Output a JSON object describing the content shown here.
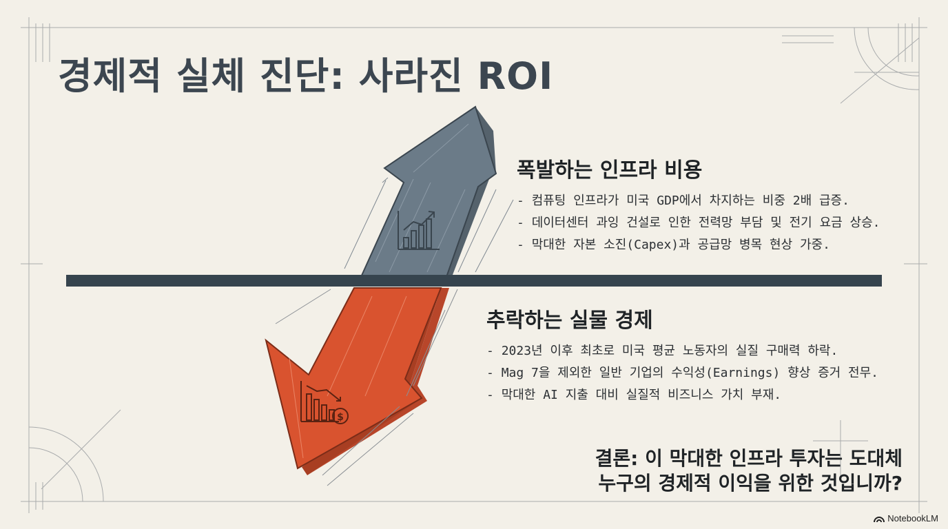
{
  "title": "경제적 실체 진단: 사라진 ROI",
  "up_section": {
    "heading": "폭발하는 인프라 비용",
    "items": [
      "컴퓨팅 인프라가 미국 GDP에서 차지하는 비중 2배 급증.",
      "데이터센터 과잉 건설로 인한 전력망 부담 및 전기 요금 상승.",
      "막대한 자본 소진(Capex)과 공급망 병목 현상 가중."
    ]
  },
  "down_section": {
    "heading": "추락하는 실물 경제",
    "items": [
      "2023년 이후 최초로 미국 평균 노동자의 실질 구매력 하락.",
      "Mag 7을 제외한 일반 기업의 수익성(Earnings) 향상 증거 전무.",
      "막대한 AI 지출 대비 실질적 비즈니스 가치 부재."
    ]
  },
  "conclusion": {
    "line1": "결론: 이 막대한 인프라 투자는 도대체",
    "line2": "누구의 경제적 이익을 위한 것입니까?"
  },
  "brand": "NotebookLM",
  "colors": {
    "up_arrow": "#6b7b88",
    "down_arrow": "#d9532f",
    "divider": "#36444e",
    "background": "#f3f0e8"
  },
  "icons": [
    "growth-chart-icon",
    "decline-chart-dollar-icon",
    "notebooklm-logo-icon"
  ]
}
